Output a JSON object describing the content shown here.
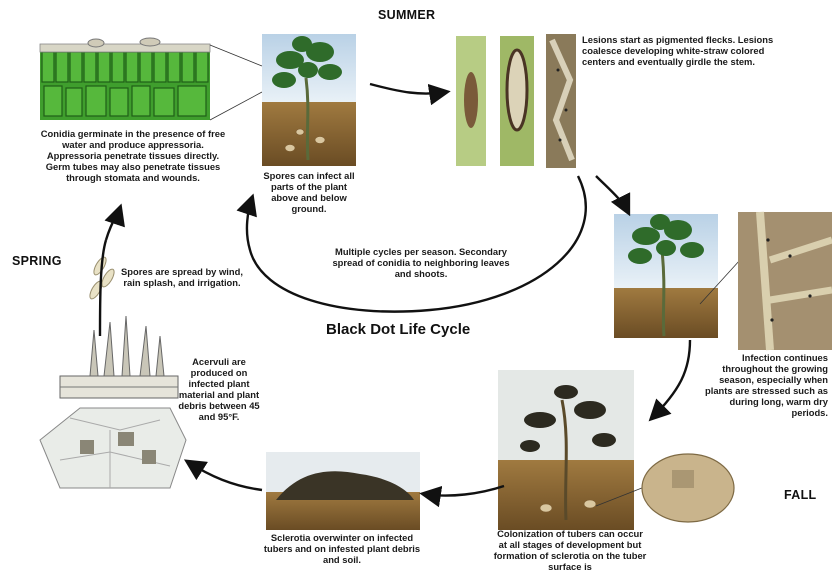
{
  "title": "Black Dot Life Cycle",
  "seasons": {
    "summer": "SUMMER",
    "spring": "SPRING",
    "fall": "FALL"
  },
  "captions": {
    "conidia": "Conidia germinate in the presence of free water and produce appressoria. Appressoria penetrate tissues directly. Germ tubes may also penetrate tissues through stomata and wounds.",
    "spores_infect": "Spores can infect all parts of the plant above and below ground.",
    "lesions": "Lesions start as pigmented flecks. Lesions coalesce developing white-straw colored centers and eventually girdle the stem.",
    "multiple_cycles": "Multiple cycles per season. Secondary spread of conidia to neighboring leaves and shoots.",
    "spores_spread": "Spores are spread by wind, rain splash, and irrigation.",
    "infection": "Infection continues throughout the growing season, especially when plants are stressed such as during long, warm dry periods.",
    "acervuli": "Acervuli are produced on infected plant material and plant debris between 45 and 95°F.",
    "sclerotia": "Sclerotia overwinter on infected tubers and on infested plant debris and soil.",
    "colonization": "Colonization of tubers can occur at all stages of development but formation of sclerotia on the tuber surface is"
  },
  "colors": {
    "soil": "#8a6a3a",
    "sky": "#cfe0ee",
    "leaf": "#2f6b2a",
    "leaf_cells": "#43a52f",
    "arrow": "#111111"
  }
}
